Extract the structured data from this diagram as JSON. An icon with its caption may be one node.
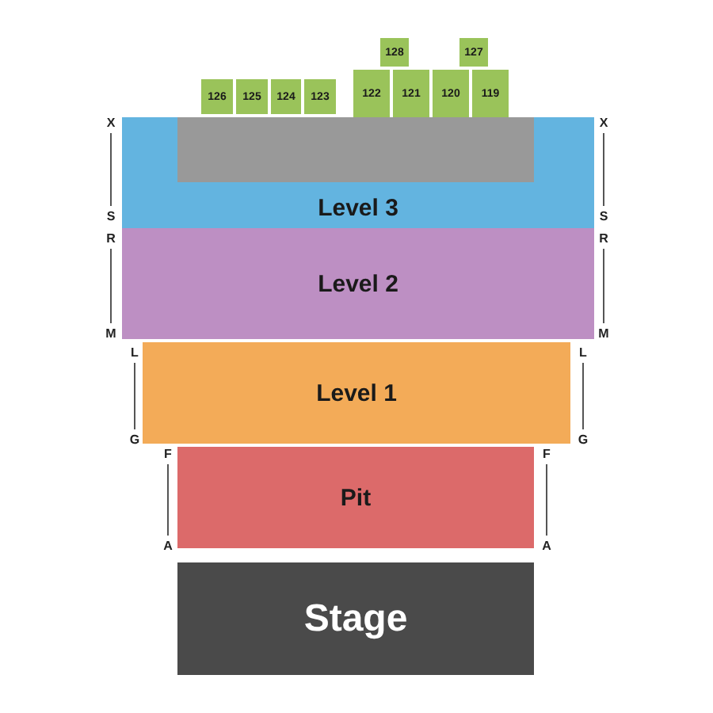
{
  "diagram": {
    "nodes": [
      {
        "text": [
          "128"
        ]
      },
      {
        "text": [
          "127"
        ]
      },
      {
        "text": [
          "126"
        ]
      },
      {
        "text": [
          "125"
        ]
      },
      {
        "text": [
          "124"
        ]
      },
      {
        "text": [
          "123"
        ]
      },
      {
        "text": [
          "122"
        ]
      },
      {
        "text": [
          "121"
        ]
      },
      {
        "text": [
          "120"
        ]
      },
      {
        "text": [
          "119"
        ]
      },
      {
        "text": [
          "Level 3"
        ]
      },
      {
        "text": [],
        "shape": "box",
        "in": 10
      },
      {
        "text": [
          "Level 2"
        ]
      },
      {
        "text": [
          "Level 1"
        ]
      },
      {
        "text": [
          "Pit"
        ]
      },
      {
        "text": [
          "Stage"
        ]
      }
    ],
    "edges": [],
    "labels": [
      "X",
      "X",
      "S",
      "S",
      "R",
      "R",
      "M",
      "M",
      "L",
      "L",
      "G",
      "G",
      "F",
      "F",
      "A",
      "A"
    ]
  }
}
